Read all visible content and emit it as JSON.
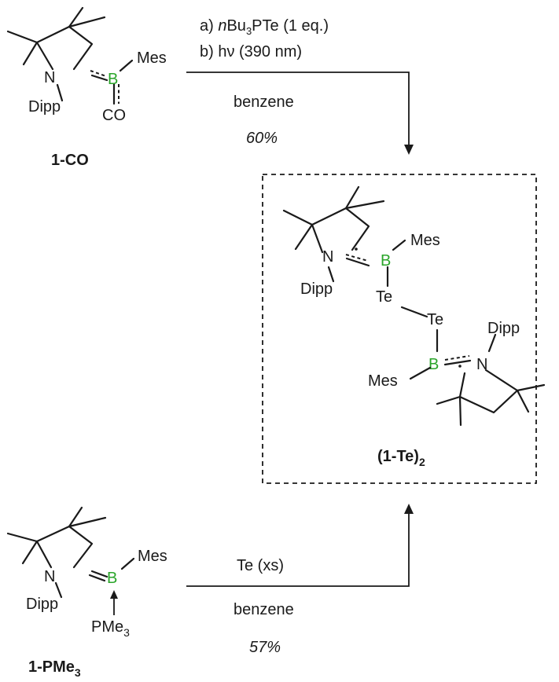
{
  "colors": {
    "boron": "#2aa52a",
    "ink": "#1a1a1a"
  },
  "compound_1co": {
    "name": "1-CO",
    "N": "N",
    "B": "B",
    "aryl_N": "Dipp",
    "aryl_B": "Mes",
    "CO": "CO"
  },
  "compound_1pme3": {
    "name_main": "1-PMe",
    "name_sub": "3",
    "N": "N",
    "B": "B",
    "aryl_N": "Dipp",
    "aryl_B": "Mes",
    "pme3_main": "PMe",
    "pme3_sub": "3"
  },
  "product": {
    "name_main": "(1-Te)",
    "name_sub": "2",
    "N1": "N",
    "B1": "B",
    "aryl_N1": "Dipp",
    "aryl_B1": "Mes",
    "Te1": "Te",
    "Te2": "Te",
    "N2": "N",
    "B2": "B",
    "aryl_N2": "Dipp",
    "aryl_B2": "Mes"
  },
  "reaction_top": {
    "step_a_prefix": "a) ",
    "step_a_n": "n",
    "step_a_bu": "Bu",
    "step_a_sub": "3",
    "step_a_rest": "PTe (1 eq.)",
    "step_b": "b) hν (390 nm)",
    "solvent": "benzene",
    "yield": "60%"
  },
  "reaction_bottom": {
    "reagent": "Te (xs)",
    "solvent": "benzene",
    "yield": "57%"
  }
}
